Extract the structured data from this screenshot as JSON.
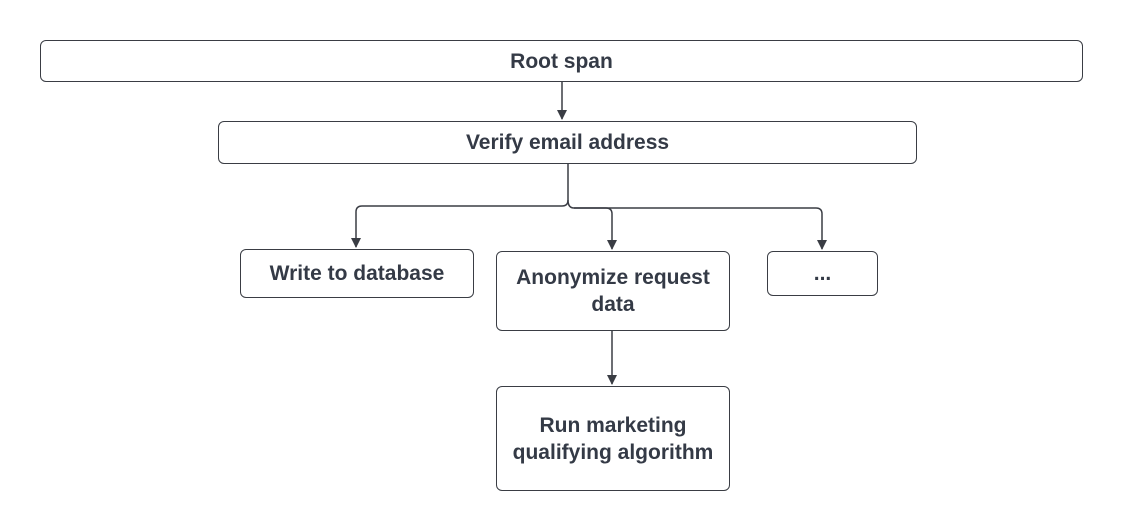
{
  "colors": {
    "stroke": "#3a3d44",
    "text": "#343a46",
    "background": "#ffffff"
  },
  "nodes": {
    "root": {
      "label": "Root span"
    },
    "verify": {
      "label": "Verify email address"
    },
    "write": {
      "label": "Write to database"
    },
    "anonymize": {
      "label": "Anonymize request data"
    },
    "more": {
      "label": "..."
    },
    "run": {
      "label": "Run marketing qualifying algorithm"
    }
  },
  "edges": [
    {
      "from": "root",
      "to": "verify"
    },
    {
      "from": "verify",
      "to": "write"
    },
    {
      "from": "verify",
      "to": "anonymize"
    },
    {
      "from": "verify",
      "to": "more"
    },
    {
      "from": "anonymize",
      "to": "run"
    }
  ]
}
